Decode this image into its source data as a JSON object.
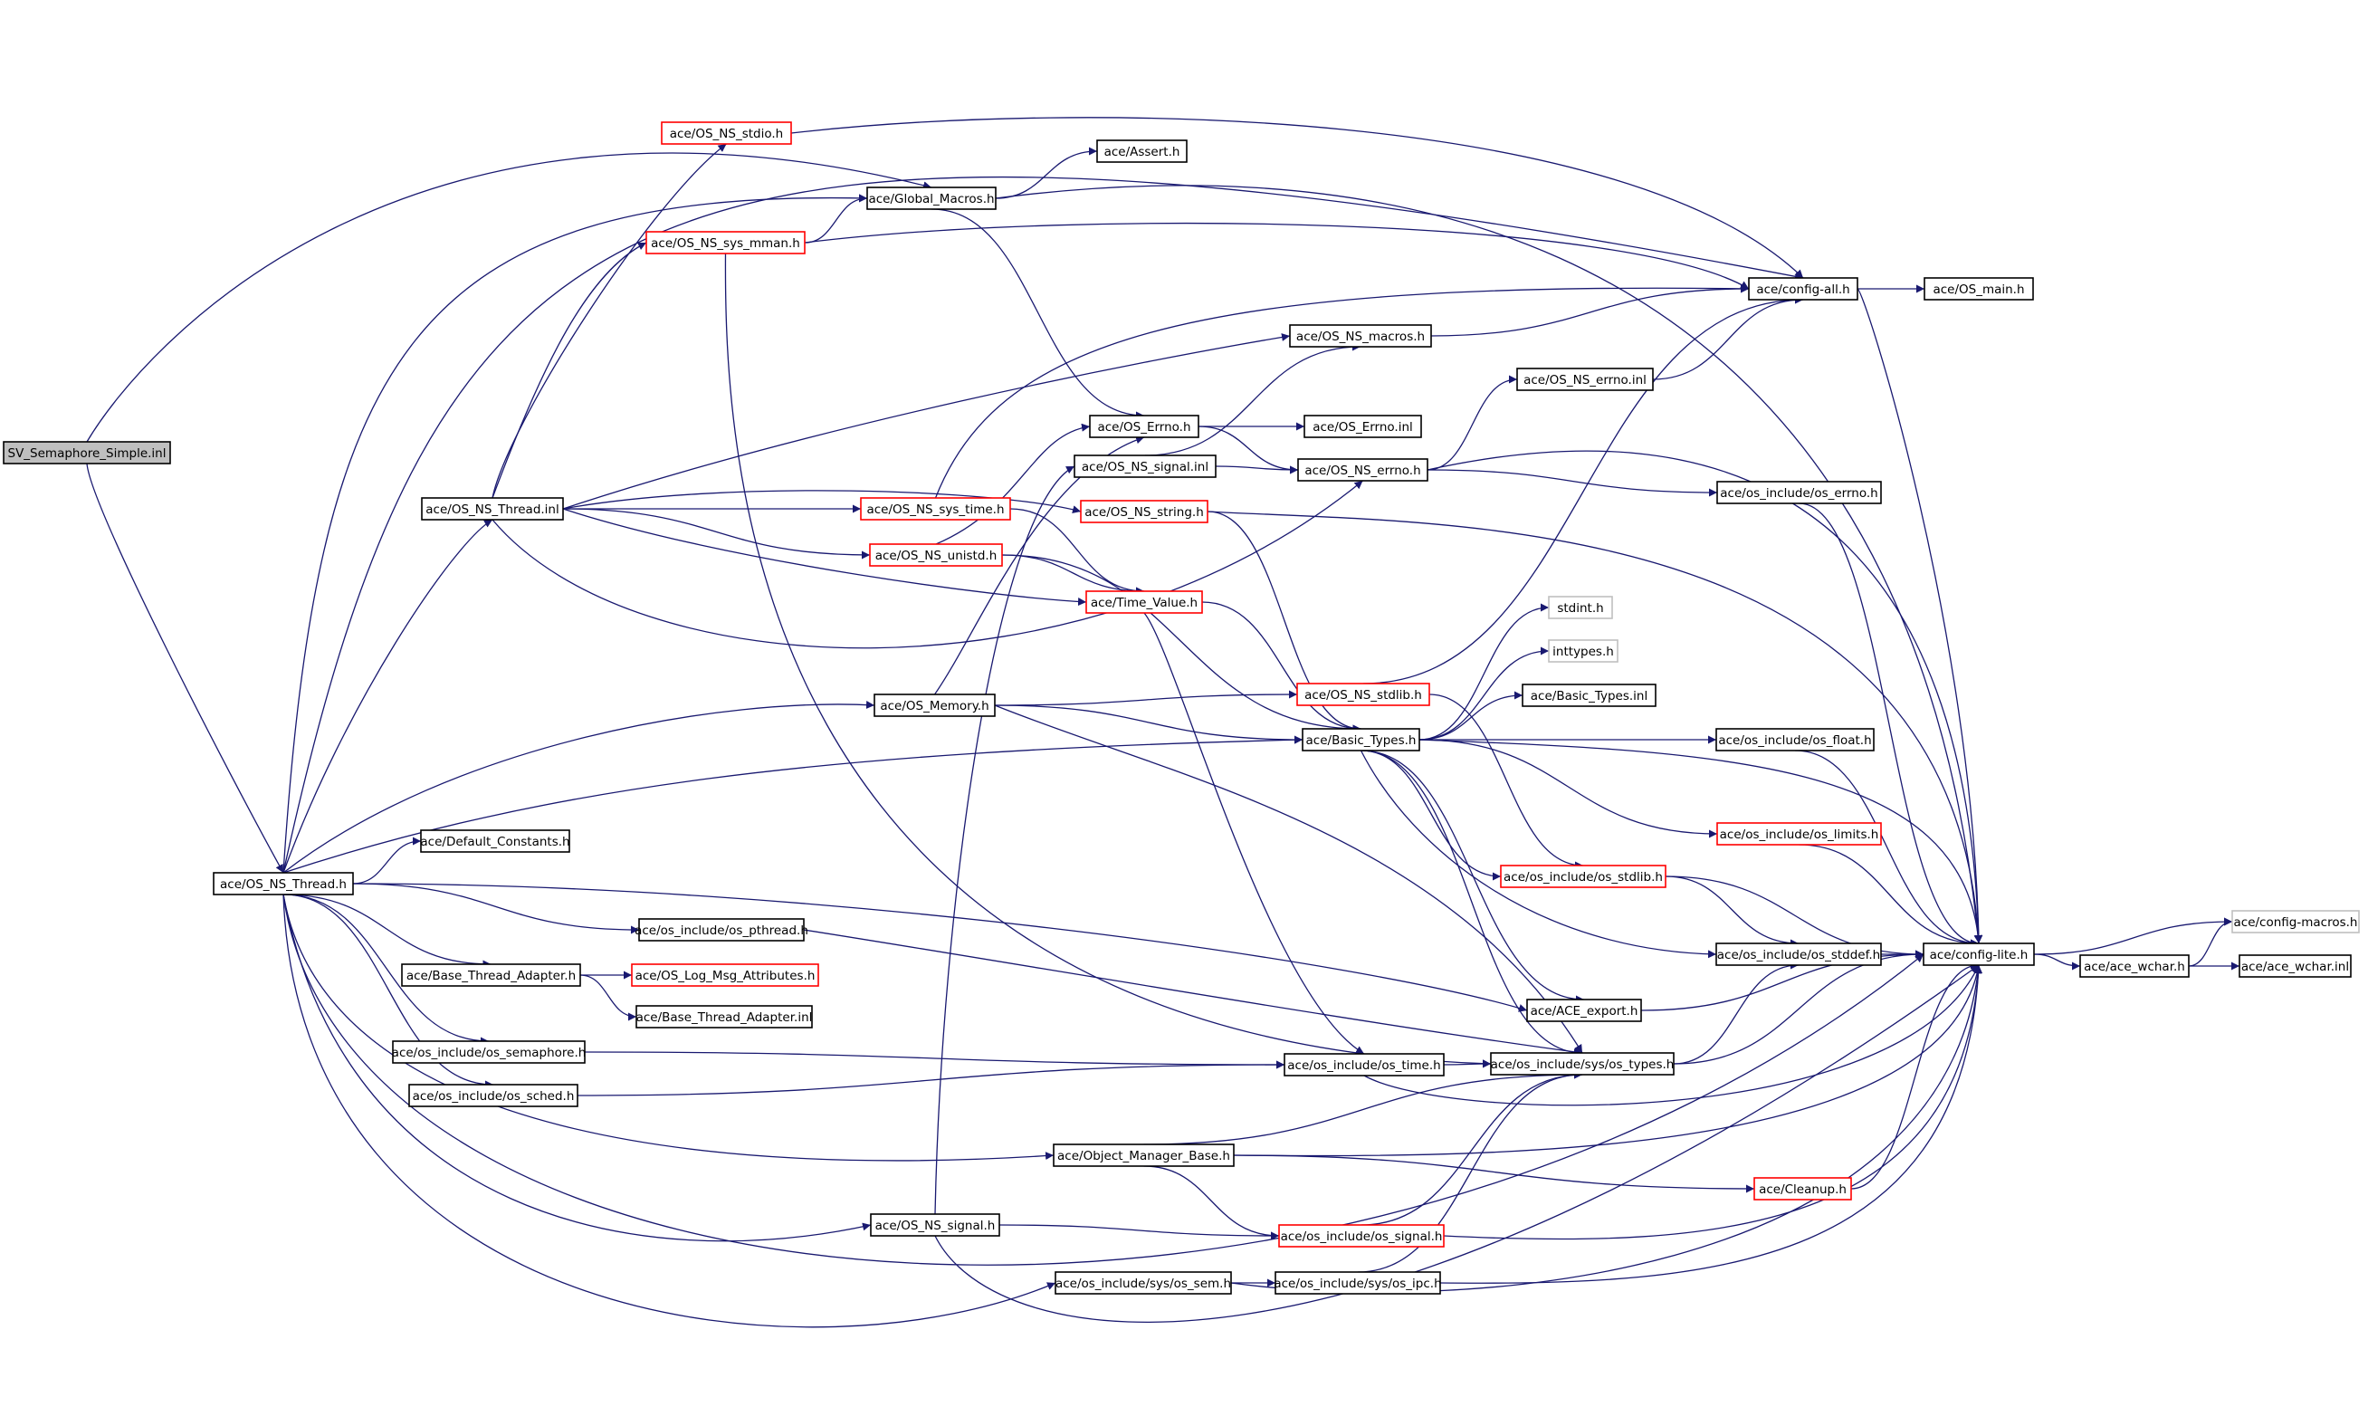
{
  "nodes": {
    "sv": {
      "label": "SV_Semaphore_Simple.inl",
      "style": "root"
    },
    "os_ns_thread_h": {
      "label": "ace/OS_NS_Thread.h",
      "style": "black"
    },
    "global_macros": {
      "label": "ace/Global_Macros.h",
      "style": "black"
    },
    "config_all": {
      "label": "ace/config-all.h",
      "style": "black"
    },
    "os_ns_stdio": {
      "label": "ace/OS_NS_stdio.h",
      "style": "red"
    },
    "assert_h": {
      "label": "ace/Assert.h",
      "style": "black"
    },
    "os_ns_sys_mman": {
      "label": "ace/OS_NS_sys_mman.h",
      "style": "red"
    },
    "os_main": {
      "label": "ace/OS_main.h",
      "style": "black"
    },
    "os_ns_macros": {
      "label": "ace/OS_NS_macros.h",
      "style": "black"
    },
    "os_ns_errno_inl": {
      "label": "ace/OS_NS_errno.inl",
      "style": "black"
    },
    "os_errno_h": {
      "label": "ace/OS_Errno.h",
      "style": "black"
    },
    "os_errno_inl": {
      "label": "ace/OS_Errno.inl",
      "style": "black"
    },
    "os_ns_signal_inl": {
      "label": "ace/OS_NS_signal.inl",
      "style": "black"
    },
    "os_ns_errno_h": {
      "label": "ace/OS_NS_errno.h",
      "style": "black"
    },
    "os_include_os_errno": {
      "label": "ace/os_include/os_errno.h",
      "style": "black"
    },
    "os_ns_thread_inl": {
      "label": "ace/OS_NS_Thread.inl",
      "style": "black"
    },
    "os_ns_sys_time": {
      "label": "ace/OS_NS_sys_time.h",
      "style": "red"
    },
    "os_ns_string": {
      "label": "ace/OS_NS_string.h",
      "style": "red"
    },
    "os_ns_unistd": {
      "label": "ace/OS_NS_unistd.h",
      "style": "red"
    },
    "time_value": {
      "label": "ace/Time_Value.h",
      "style": "red"
    },
    "stdint": {
      "label": "stdint.h",
      "style": "gray"
    },
    "inttypes": {
      "label": "inttypes.h",
      "style": "gray"
    },
    "os_memory": {
      "label": "ace/OS_Memory.h",
      "style": "black"
    },
    "os_ns_stdlib": {
      "label": "ace/OS_NS_stdlib.h",
      "style": "red"
    },
    "basic_types_inl": {
      "label": "ace/Basic_Types.inl",
      "style": "black"
    },
    "basic_types_h": {
      "label": "ace/Basic_Types.h",
      "style": "black"
    },
    "os_float": {
      "label": "ace/os_include/os_float.h",
      "style": "black"
    },
    "os_limits": {
      "label": "ace/os_include/os_limits.h",
      "style": "red"
    },
    "default_constants": {
      "label": "ace/Default_Constants.h",
      "style": "black"
    },
    "os_stdlib_inc": {
      "label": "ace/os_include/os_stdlib.h",
      "style": "red"
    },
    "os_pthread": {
      "label": "ace/os_include/os_pthread.h",
      "style": "black"
    },
    "base_thread_adapter_h": {
      "label": "ace/Base_Thread_Adapter.h",
      "style": "black"
    },
    "os_log_msg_attr": {
      "label": "ace/OS_Log_Msg_Attributes.h",
      "style": "red"
    },
    "os_stddef": {
      "label": "ace/os_include/os_stddef.h",
      "style": "black"
    },
    "config_lite": {
      "label": "ace/config-lite.h",
      "style": "black"
    },
    "config_macros": {
      "label": "ace/config-macros.h",
      "style": "gray"
    },
    "base_thread_adapter_inl": {
      "label": "ace/Base_Thread_Adapter.inl",
      "style": "black"
    },
    "ace_export": {
      "label": "ace/ACE_export.h",
      "style": "black"
    },
    "ace_wchar_h": {
      "label": "ace/ace_wchar.h",
      "style": "black"
    },
    "ace_wchar_inl": {
      "label": "ace/ace_wchar.inl",
      "style": "black"
    },
    "os_semaphore": {
      "label": "ace/os_include/os_semaphore.h",
      "style": "black"
    },
    "os_time_inc": {
      "label": "ace/os_include/os_time.h",
      "style": "black"
    },
    "sys_os_types": {
      "label": "ace/os_include/sys/os_types.h",
      "style": "black"
    },
    "os_sched": {
      "label": "ace/os_include/os_sched.h",
      "style": "black"
    },
    "object_manager_base": {
      "label": "ace/Object_Manager_Base.h",
      "style": "black"
    },
    "cleanup": {
      "label": "ace/Cleanup.h",
      "style": "red"
    },
    "os_ns_signal_h": {
      "label": "ace/OS_NS_signal.h",
      "style": "black"
    },
    "os_signal_inc": {
      "label": "ace/os_include/os_signal.h",
      "style": "red"
    },
    "sys_os_sem": {
      "label": "ace/os_include/sys/os_sem.h",
      "style": "black"
    },
    "sys_os_ipc": {
      "label": "ace/os_include/sys/os_ipc.h",
      "style": "black"
    }
  }
}
